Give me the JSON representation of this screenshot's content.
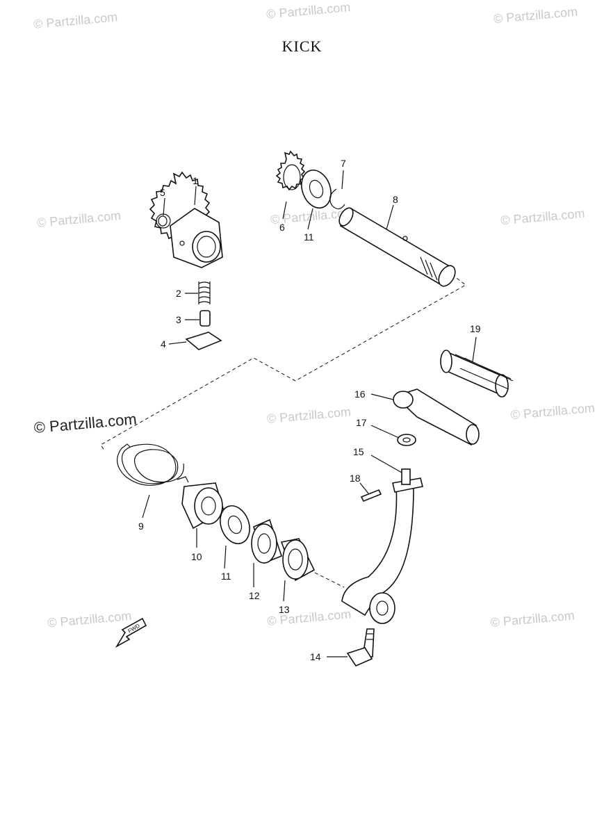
{
  "title": "KICK",
  "watermark": {
    "light": "© Partzilla.com",
    "dark": "© Partzilla.com"
  },
  "callouts": [
    "1",
    "2",
    "3",
    "4",
    "5",
    "6",
    "7",
    "8",
    "9",
    "10",
    "11",
    "11",
    "12",
    "13",
    "14",
    "15",
    "16",
    "17",
    "18",
    "19"
  ],
  "fwd_label": "FWD",
  "colors": {
    "line": "#111111",
    "watermark": "#c9c9c9",
    "background": "#ffffff"
  }
}
